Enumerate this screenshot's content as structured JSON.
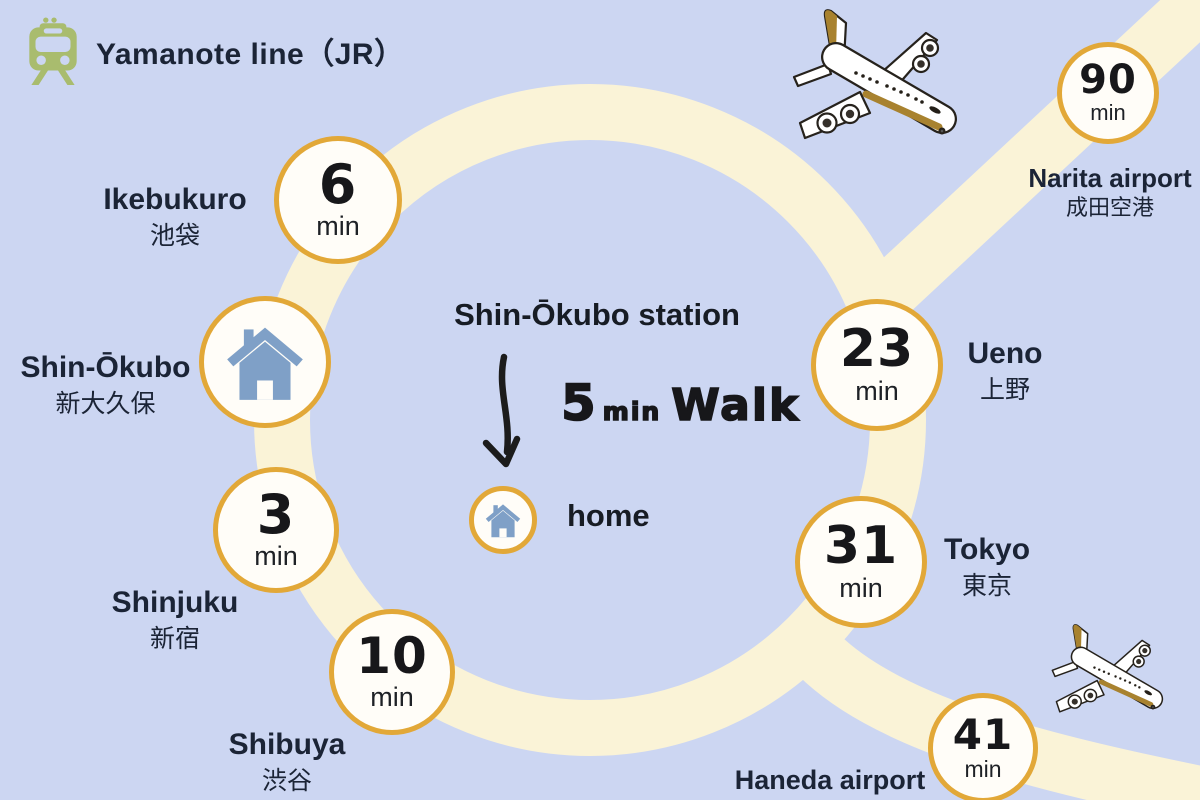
{
  "palette": {
    "background": "#CCD6F2",
    "line_cream": "#FAF3D7",
    "gold_border": "#E2A838",
    "circle_fill": "#FFFDF8",
    "label_navy": "#1B2436",
    "train_green": "#A9BC6E",
    "house_blue": "#7FA0C7",
    "plane_gold": "#A8822F"
  },
  "title": {
    "label": "Yamanote line（JR）",
    "icon": "train-icon"
  },
  "stations": [
    {
      "id": "ikebukuro",
      "name": "Ikebukuro",
      "name_jp": "池袋",
      "minutes": "6",
      "unit": "min"
    },
    {
      "id": "shinokubo",
      "name": "Shin-Ōkubo",
      "name_jp": "新大久保",
      "icon": "home-icon"
    },
    {
      "id": "shinjuku",
      "name": "Shinjuku",
      "name_jp": "新宿",
      "minutes": "3",
      "unit": "min"
    },
    {
      "id": "shibuya",
      "name": "Shibuya",
      "name_jp": "渋谷",
      "minutes": "10",
      "unit": "min"
    },
    {
      "id": "ueno",
      "name": "Ueno",
      "name_jp": "上野",
      "minutes": "23",
      "unit": "min"
    },
    {
      "id": "tokyo",
      "name": "Tokyo",
      "name_jp": "東京",
      "minutes": "31",
      "unit": "min"
    },
    {
      "id": "narita",
      "name": "Narita airport",
      "name_jp": "成田空港",
      "minutes": "90",
      "unit": "min"
    },
    {
      "id": "haneda",
      "name": "Haneda airport",
      "minutes": "41",
      "unit": "min"
    }
  ],
  "center": {
    "station_label": "Shin-Ōkubo station",
    "walk_value": "5",
    "walk_unit": "min",
    "walk_word": "Walk",
    "home_label": "home"
  }
}
